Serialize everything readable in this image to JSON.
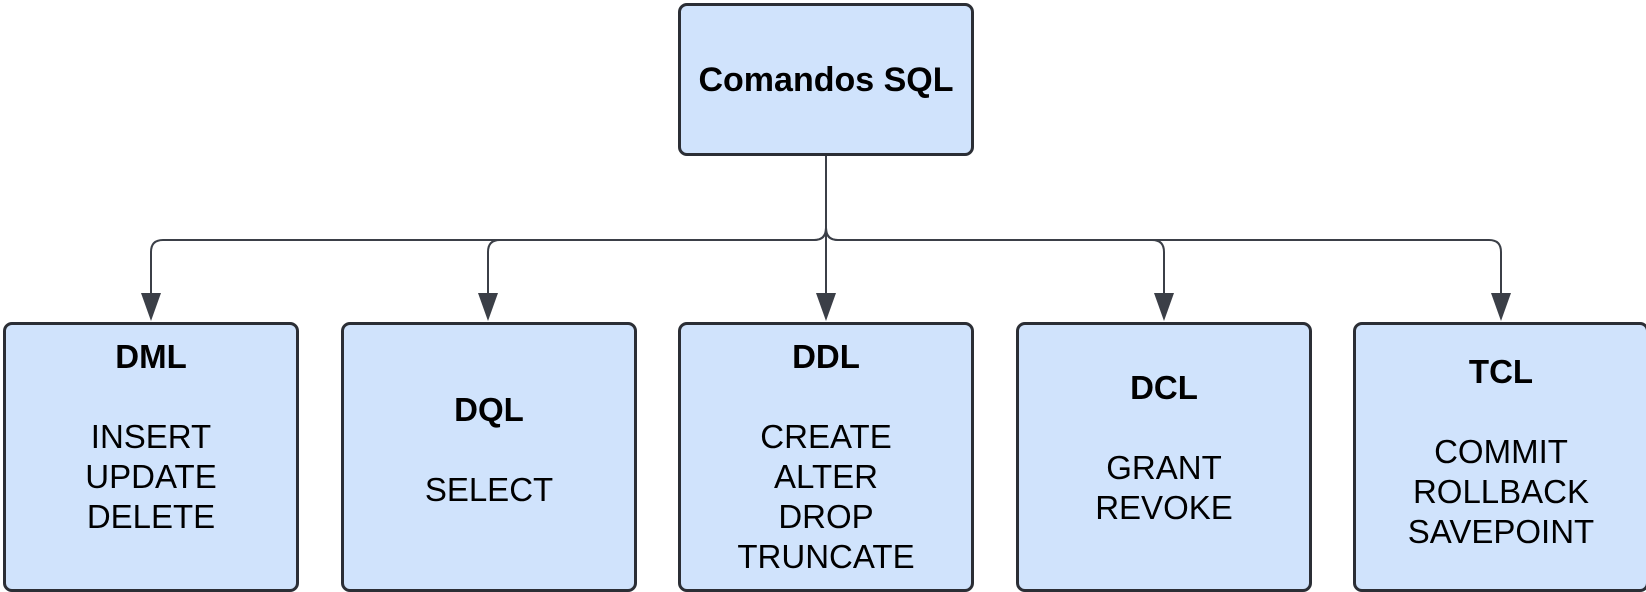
{
  "diagram": {
    "root": {
      "label": "Comandos SQL"
    },
    "children": [
      {
        "title": "DML",
        "commands": [
          "INSERT",
          "UPDATE",
          "DELETE"
        ]
      },
      {
        "title": "DQL",
        "commands": [
          "SELECT"
        ]
      },
      {
        "title": "DDL",
        "commands": [
          "CREATE",
          "ALTER",
          "DROP",
          "TRUNCATE"
        ]
      },
      {
        "title": "DCL",
        "commands": [
          "GRANT",
          "REVOKE"
        ]
      },
      {
        "title": "TCL",
        "commands": [
          "COMMIT",
          "ROLLBACK",
          "SAVEPOINT"
        ]
      }
    ]
  },
  "colors": {
    "box_fill": "#d0e3fc",
    "box_border": "#2b2e35",
    "connector": "#3b3f47",
    "text": "#000000"
  }
}
